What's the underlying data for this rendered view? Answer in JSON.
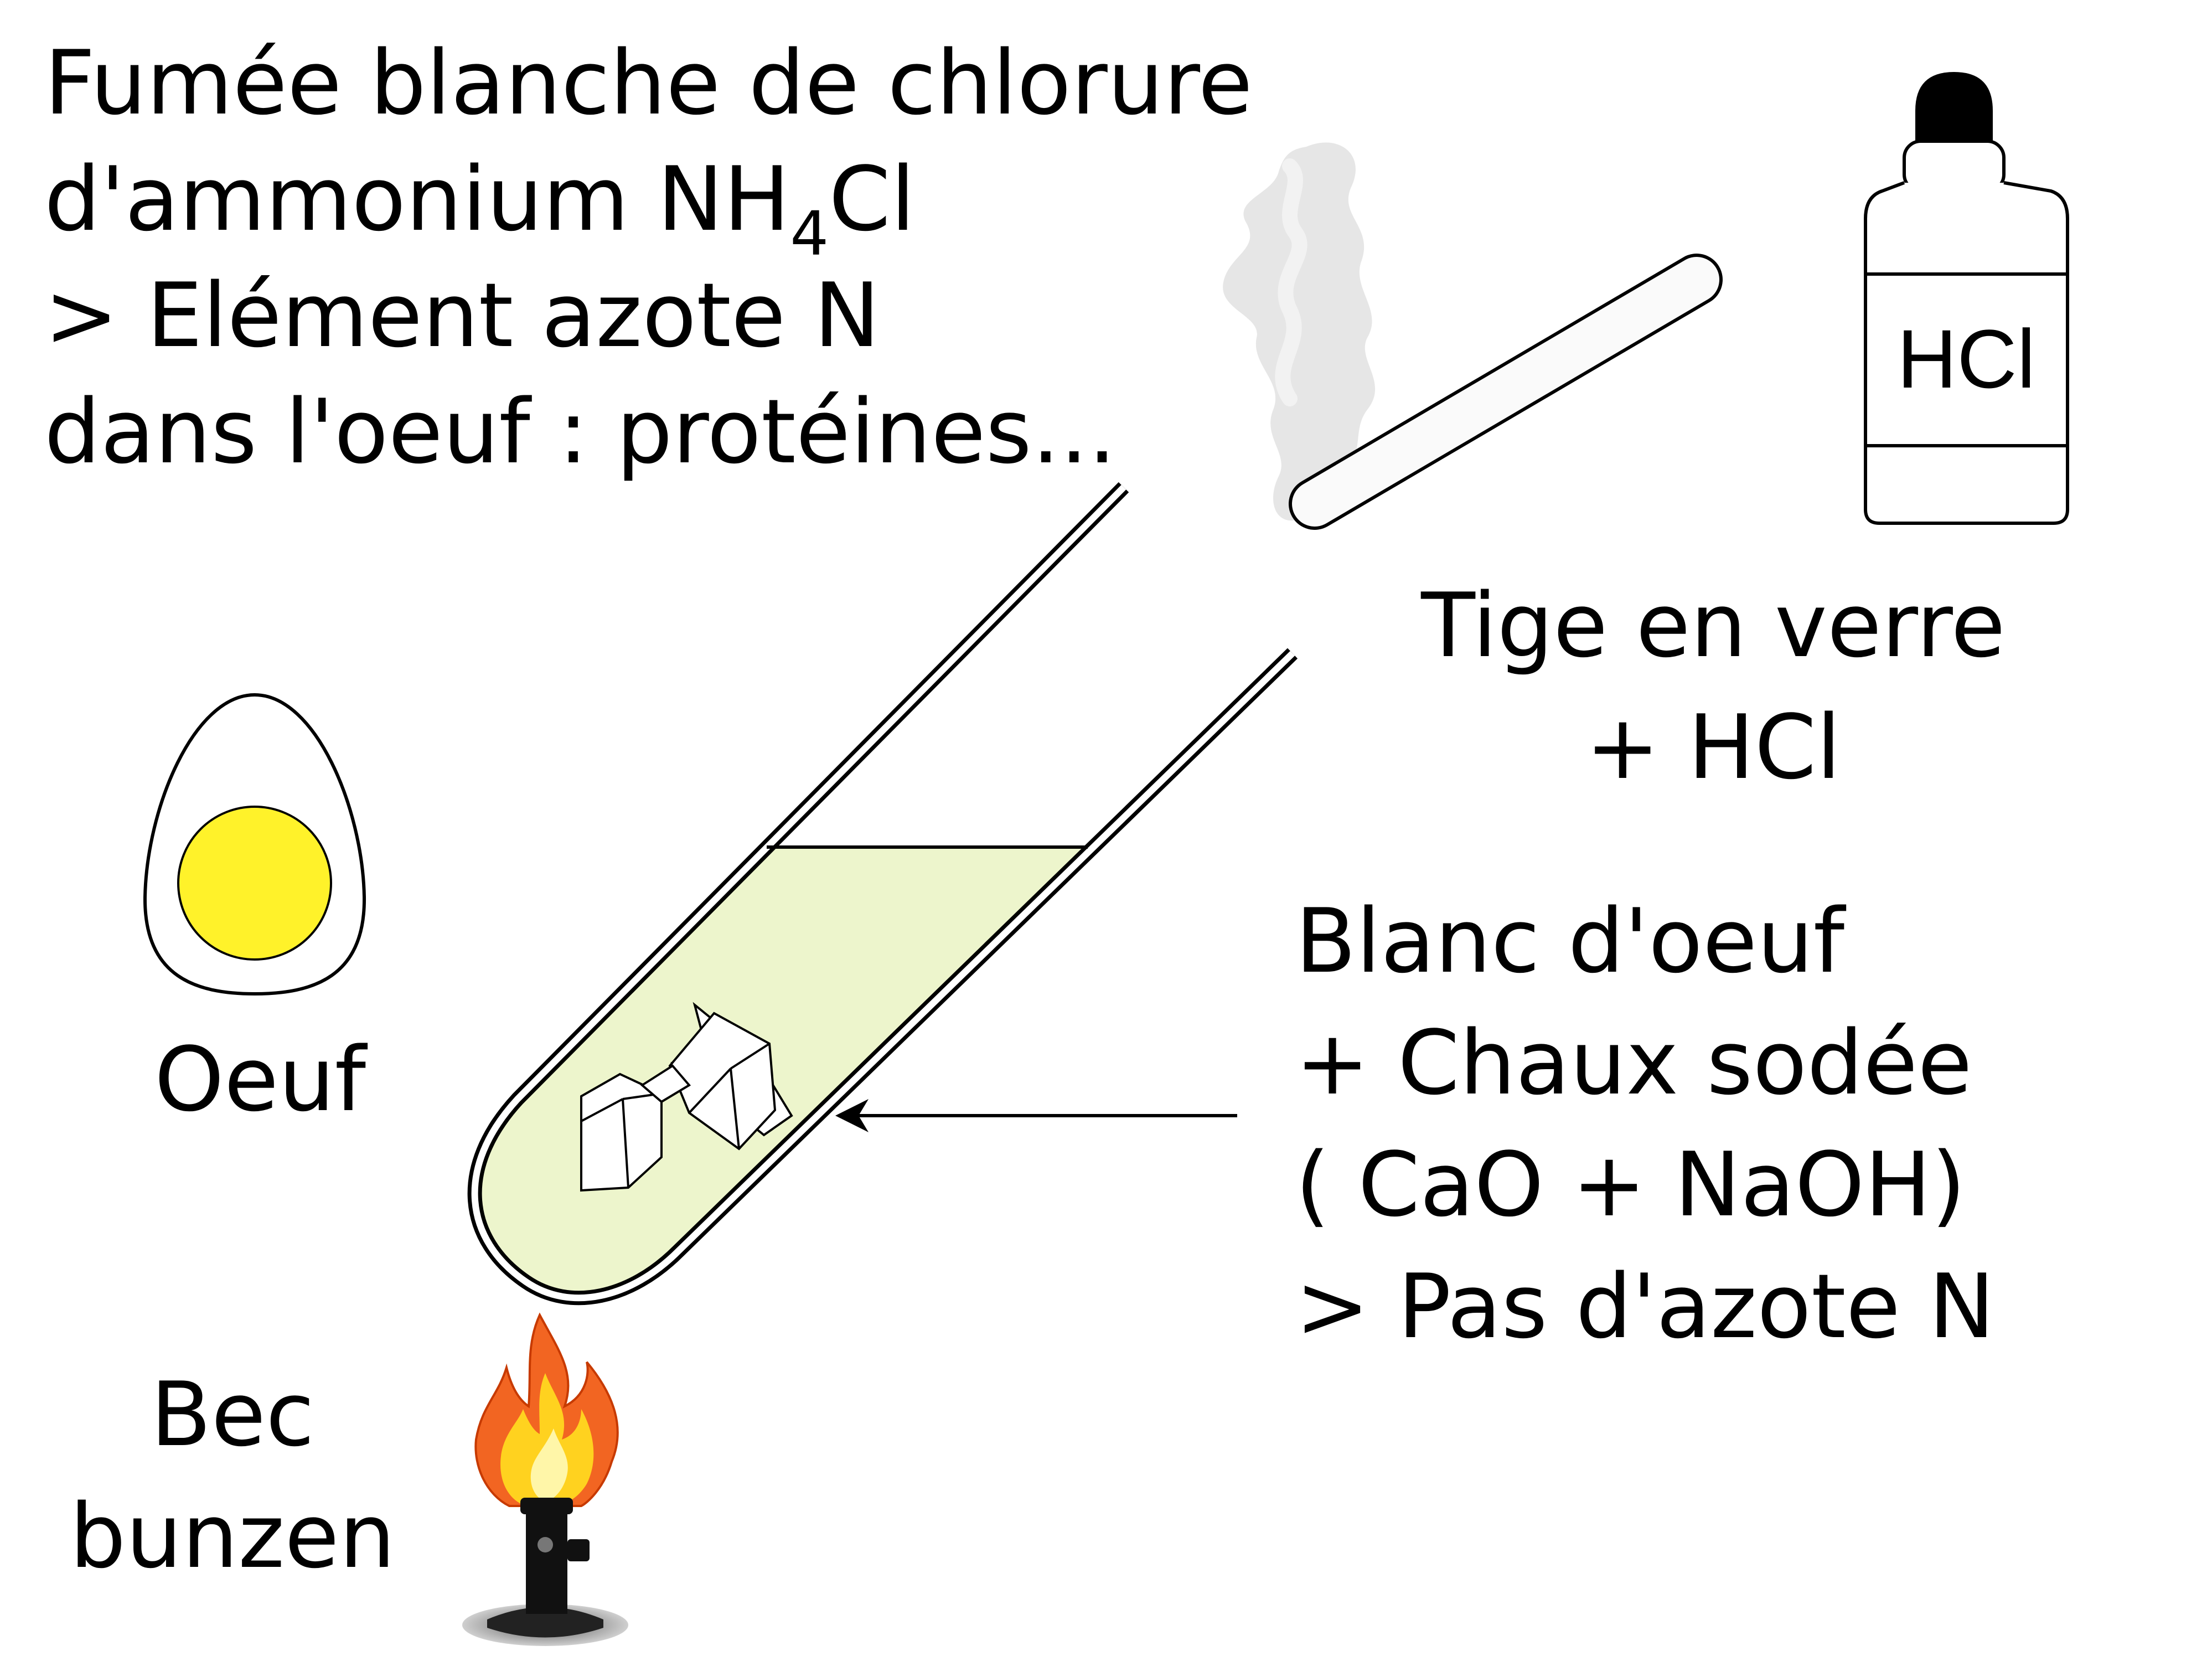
{
  "labels": {
    "smoke_line1": "Fumée blanche de chlorure",
    "smoke_line2_prefix": "d'ammonium NH",
    "smoke_line2_sub": "4",
    "smoke_line2_suffix": "Cl",
    "smoke_line3": "> Elément azote N",
    "smoke_line4": "dans l'oeuf : protéines...",
    "rod_line1": "Tige en verre",
    "rod_line2": "+ HCl",
    "mix_line1": "Blanc d'oeuf",
    "mix_line2": "+ Chaux sodée",
    "mix_line3": "( CaO + NaOH)",
    "mix_line4": "> Pas d'azote N",
    "egg": "Oeuf",
    "burner_line1": "Bec",
    "burner_line2": "bunzen",
    "bottle": "HCl"
  },
  "colors": {
    "egg_yolk": "#fff22a",
    "solution": "#edf5cc",
    "smoke": "#e6e6e6",
    "flame_outer": "#f26522",
    "flame_inner": "#ffd21f",
    "burner": "#111111"
  },
  "icons": [
    "egg-icon",
    "test-tube-icon",
    "glass-rod-icon",
    "hcl-bottle-icon",
    "smoke-icon",
    "flame-icon",
    "bunsen-burner-icon",
    "lime-pellets-icon"
  ]
}
